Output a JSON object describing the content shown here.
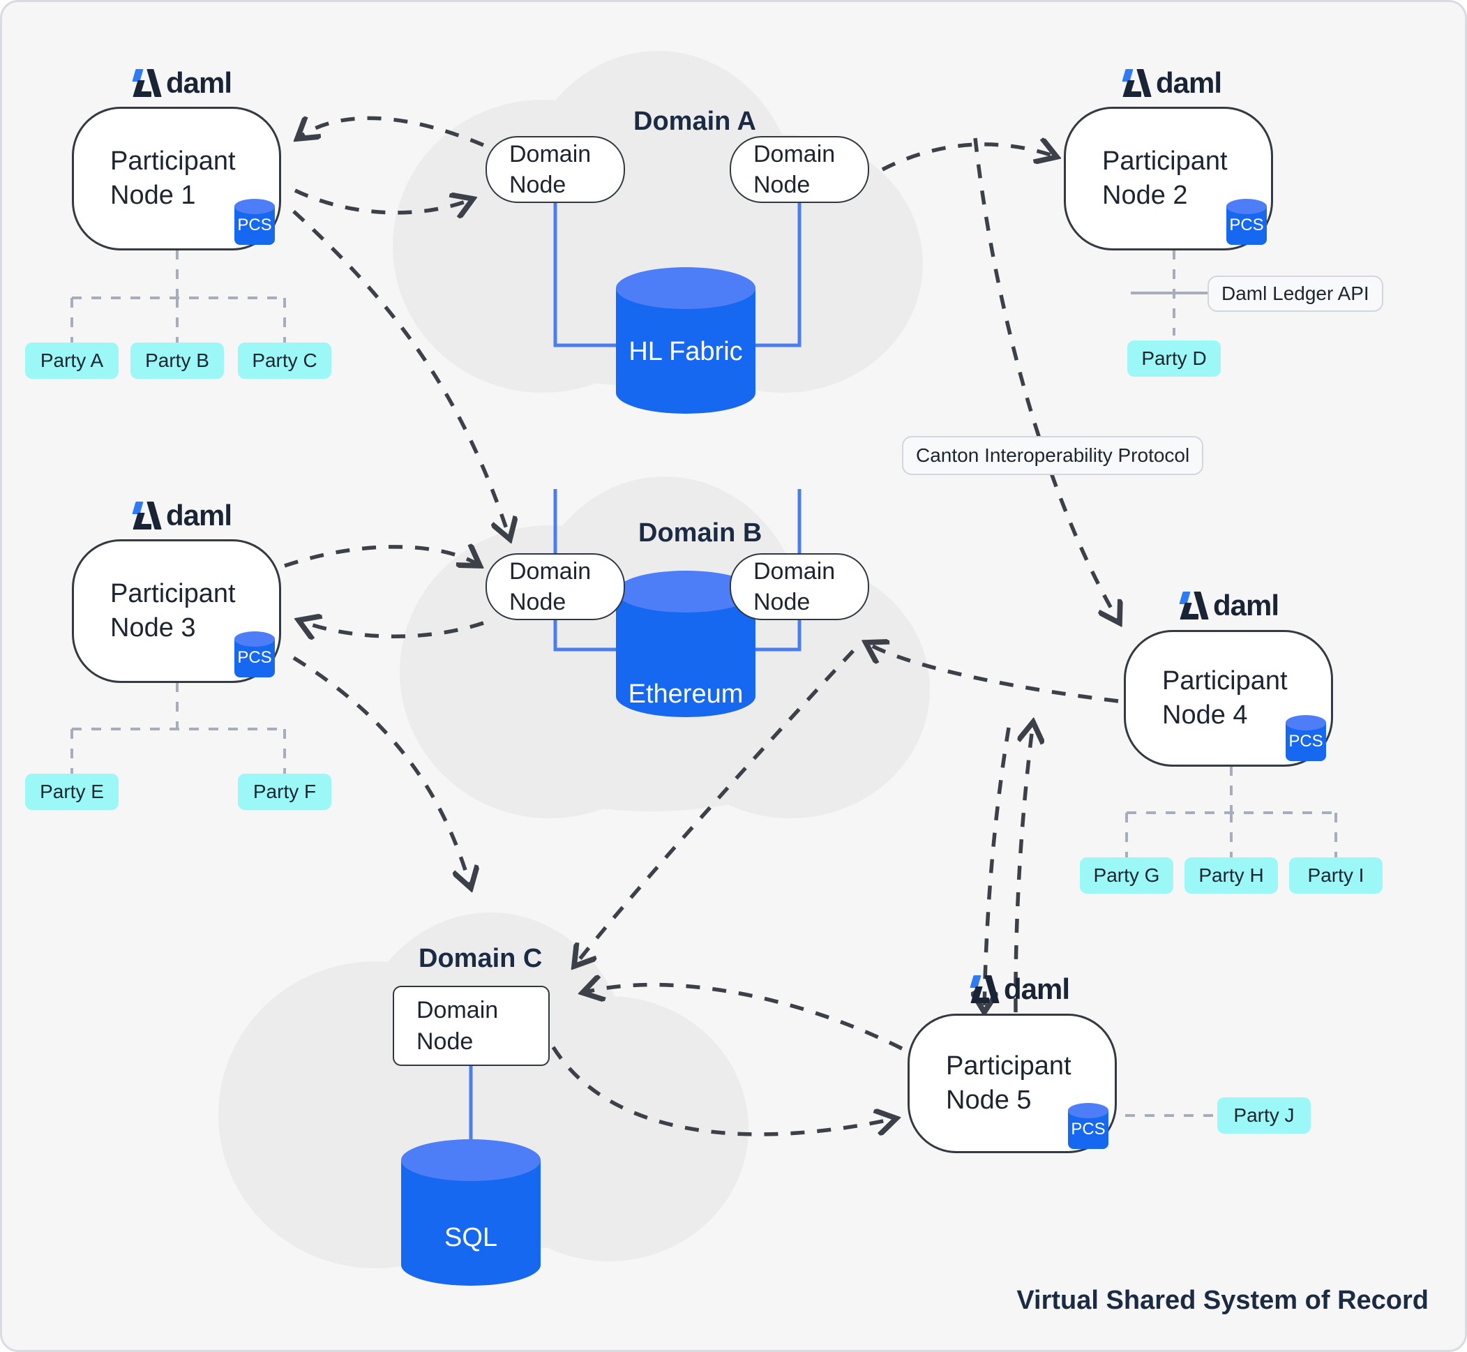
{
  "diagram": {
    "title": "Virtual Shared System of Record",
    "brand_label": "daml",
    "pcs_label": "PCS",
    "colors": {
      "background": "#f6f6f7",
      "border": "#d8dbe2",
      "cloud": "#ececec",
      "node_stroke": "#333a41",
      "db_body": "#1668f0",
      "db_top": "#4d7ef7",
      "party_fill": "#9cf7f7",
      "link_blue": "#4a7ef0",
      "arrow_dark": "#3c4149",
      "party_link_gray": "#a6adbb",
      "text_navy": "#1c2b44"
    }
  },
  "participants": [
    {
      "id": "pn1",
      "label": "Participant\nNode 1",
      "brand": "daml",
      "storage": "PCS",
      "parties": [
        "Party A",
        "Party B",
        "Party C"
      ]
    },
    {
      "id": "pn2",
      "label": "Participant\nNode 2",
      "brand": "daml",
      "storage": "PCS",
      "parties": [
        "Party D"
      ],
      "api_label": "Daml Ledger API"
    },
    {
      "id": "pn3",
      "label": "Participant\nNode 3",
      "brand": "daml",
      "storage": "PCS",
      "parties": [
        "Party E",
        "Party F"
      ]
    },
    {
      "id": "pn4",
      "label": "Participant\nNode 4",
      "brand": "daml",
      "storage": "PCS",
      "parties": [
        "Party G",
        "Party H",
        "Party I"
      ]
    },
    {
      "id": "pn5",
      "label": "Participant\nNode 5",
      "brand": "daml",
      "storage": "PCS",
      "parties": [
        "Party J"
      ]
    }
  ],
  "domains": [
    {
      "id": "domA",
      "title": "Domain A",
      "nodes": [
        "Domain\nNode",
        "Domain\nNode"
      ],
      "ledger": "HL Fabric"
    },
    {
      "id": "domB",
      "title": "Domain B",
      "nodes": [
        "Domain\nNode",
        "Domain\nNode"
      ],
      "ledger": "Ethereum"
    },
    {
      "id": "domC",
      "title": "Domain C",
      "nodes": [
        "Domain\nNode"
      ],
      "ledger": "SQL"
    }
  ],
  "labels": {
    "canton_protocol": "Canton Interoperability Protocol",
    "daml_ledger_api": "Daml Ledger API"
  },
  "parties": {
    "a": "Party A",
    "b": "Party B",
    "c": "Party C",
    "d": "Party D",
    "e": "Party E",
    "f": "Party F",
    "g": "Party G",
    "h": "Party H",
    "i": "Party I",
    "j": "Party J"
  },
  "domain_nodes": {
    "a1": "Domain\nNode",
    "a2": "Domain\nNode",
    "b1": "Domain\nNode",
    "b2": "Domain\nNode",
    "c1": "Domain\nNode"
  },
  "ledgers": {
    "fabric": "HL Fabric",
    "ethereum": "Ethereum",
    "sql": "SQL"
  },
  "domain_titles": {
    "a": "Domain A",
    "b": "Domain B",
    "c": "Domain C"
  }
}
